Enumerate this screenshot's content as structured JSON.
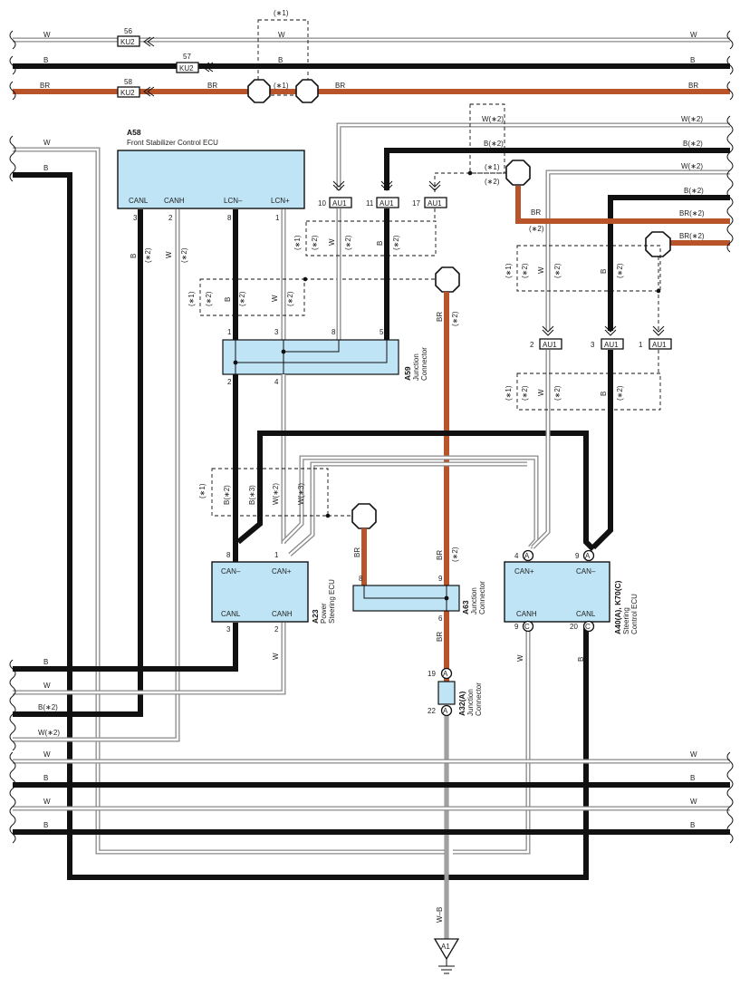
{
  "ecus": {
    "a58": {
      "code": "A58",
      "name": "Front Stabilizer Control ECU",
      "t1": "CANL",
      "t2": "CANH",
      "t3": "LCN–",
      "t4": "LCN+",
      "p1": "3",
      "p2": "2",
      "p3": "8",
      "p4": "1"
    },
    "a23": {
      "code": "A23",
      "name1": "Power",
      "name2": "Steering ECU",
      "t1": "CAN–",
      "t2": "CAN+",
      "t3": "CANL",
      "t4": "CANH",
      "p1": "8",
      "p2": "1",
      "p3": "3",
      "p4": "2"
    },
    "a40": {
      "code": "A40(A), K70(C)",
      "name1": "Steering",
      "name2": "Control ECU",
      "t1": "CAN+",
      "t2": "CAN–",
      "t3": "CANH",
      "t4": "CANL",
      "p1": "4",
      "p2": "9",
      "p3": "9",
      "p4": "20",
      "c1": "A",
      "c2": "A",
      "c3": "C",
      "c4": "C"
    }
  },
  "junctions": {
    "a59": {
      "code": "A59",
      "name1": "Junction",
      "name2": "Connector",
      "p1": "1",
      "p2": "3",
      "p3": "8",
      "p4": "5",
      "p5": "2",
      "p6": "4"
    },
    "a63": {
      "code": "A63",
      "name1": "Junction",
      "name2": "Connector",
      "p1": "8",
      "p2": "9",
      "p3": "6"
    },
    "a32": {
      "code": "A32(A)",
      "name1": "Junction",
      "name2": "Connector",
      "p1": "19",
      "p2": "22",
      "c": "A"
    }
  },
  "connectors": {
    "ku2": "KU2",
    "au1": "AU1",
    "a1": "A1",
    "ku2_pins": [
      "56",
      "57",
      "58"
    ],
    "au1_top_pins": [
      "10",
      "11",
      "17"
    ],
    "au1_mid_pins": [
      "2",
      "3",
      "1"
    ]
  },
  "wires": {
    "w": "W",
    "b": "B",
    "br": "BR",
    "wb": "W–B",
    "b2": "B(∗2)",
    "w2": "W(∗2)",
    "br2": "BR(∗2)",
    "b3": "B(∗3)",
    "w3": "W(∗3)",
    "s1": "(∗1)",
    "s2": "(∗2)"
  }
}
